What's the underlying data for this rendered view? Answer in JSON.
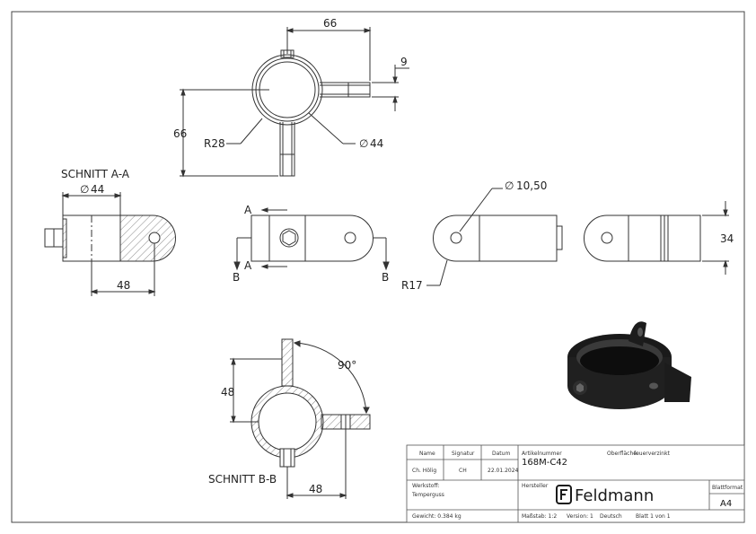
{
  "views": {
    "top": {
      "dim_width": "66",
      "dim_height": "66",
      "dim_tab": "9",
      "radius": "R28",
      "diameter": "44"
    },
    "section_aa": {
      "title": "SCHNITT A-A",
      "diameter": "44",
      "dim_length": "48"
    },
    "front": {
      "label_a_top": "A",
      "label_a_bottom": "A",
      "label_b_left": "B",
      "label_b_right": "B"
    },
    "side": {
      "diameter": "10,50",
      "radius": "R17"
    },
    "right": {
      "dim_height": "34"
    },
    "section_bb": {
      "title": "SCHNITT B-B",
      "dim_height": "48",
      "dim_length": "48",
      "angle": "90°"
    }
  },
  "diameter_symbol": "∅",
  "title_block": {
    "headers": {
      "name": "Name",
      "signatur": "Signatur",
      "datum": "Datum"
    },
    "row": {
      "name": "Ch. Hölig",
      "signatur": "CH",
      "datum": "22.01.2024"
    },
    "artikelnummer_label": "Artikelnummer",
    "artikelnummer": "168M-C42",
    "oberflaeche_label": "Oberfläche:",
    "oberflaeche": "feuerverzinkt",
    "werkstoff_label": "Werkstoff:",
    "werkstoff": "Temperguss",
    "hersteller_label": "Hersteller",
    "logo_text": "Feldmann",
    "blattformat_label": "Blattformat",
    "blattformat": "A4",
    "gewicht": "Gewicht: 0.384 kg",
    "massstab": "Maßstab: 1:2",
    "version": "Version: 1",
    "sprache": "Deutsch",
    "blatt": "Blatt 1 von 1"
  }
}
